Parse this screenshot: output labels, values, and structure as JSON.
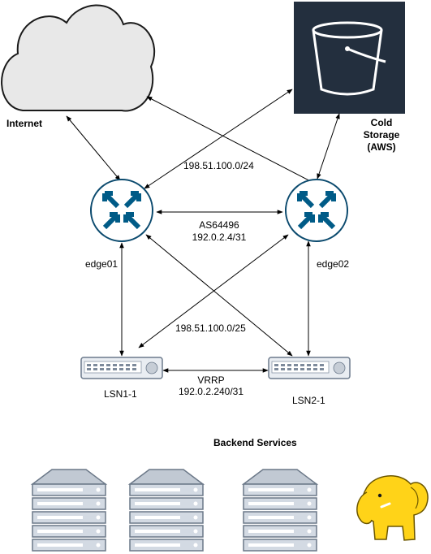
{
  "labels": {
    "internet": "Internet",
    "cold_storage": "Cold\nStorage\n(AWS)",
    "edge01": "edge01",
    "edge02": "edge02",
    "lsn1": "LSN1-1",
    "lsn2": "LSN2-1",
    "backend_title": "Backend Services"
  },
  "links": {
    "public_prefix": "198.51.100.0/24",
    "edge_asn": "AS64496",
    "edge_p2p": "192.0.2.4/31",
    "internal_prefix": "198.51.100.0/25",
    "vrrp": "VRRP",
    "vrrp_subnet": "192.0.2.240/31"
  },
  "colors": {
    "router_fill": "#ffffff",
    "router_stroke": "#0b4a6e",
    "router_arrow": "#005b87",
    "aws_bg": "#232f3e",
    "switch_fill": "#e9edf2",
    "switch_stroke": "#6c7a8c",
    "server_fill": "#d3dae3",
    "server_stroke": "#6b7888",
    "hadoop_yellow": "#ffd318"
  },
  "icons": [
    "cloud-icon",
    "bucket-icon",
    "router-icon",
    "switch-icon",
    "server-icon",
    "hadoop-elephant-icon"
  ]
}
